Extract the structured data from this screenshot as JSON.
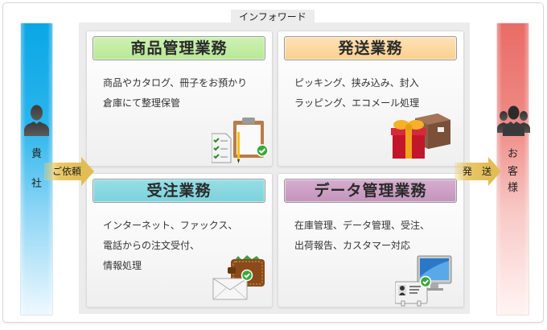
{
  "center": {
    "tab_label": "インフォワード"
  },
  "left_party": {
    "label_chars": [
      "貴",
      "社"
    ],
    "icon": "person-icon",
    "color": "#0aa6e6"
  },
  "right_party": {
    "label_chars": [
      "お",
      "客",
      "様"
    ],
    "icon": "group-icon",
    "color": "#e96c66"
  },
  "arrows": {
    "request": {
      "label": "ご依頼"
    },
    "shipping": {
      "label": "発　送"
    }
  },
  "cards": [
    {
      "title": "商品管理業務",
      "title_color": "#c2eea4",
      "lines": [
        "商品やカタログ、冊子をお預かり",
        "倉庫にて整理保管"
      ],
      "icon": "clipboard-checklist-icon"
    },
    {
      "title": "発送業務",
      "title_color": "#fdd9a2",
      "lines": [
        "ピッキング、挟み込み、封入",
        "ラッピング、エコメール処理"
      ],
      "icon": "gift-box-package-icon"
    },
    {
      "title": "受注業務",
      "title_color": "#86d8e0",
      "lines": [
        "インターネット、ファックス、",
        "電話からの注文受付、",
        "情報処理"
      ],
      "icon": "wallet-envelope-icon"
    },
    {
      "title": "データ管理業務",
      "title_color": "#cb9dc4",
      "lines": [
        "在庫管理、データ管理、受注、",
        "出荷報告、カスタマー対応"
      ],
      "icon": "monitor-contact-card-icon"
    }
  ]
}
